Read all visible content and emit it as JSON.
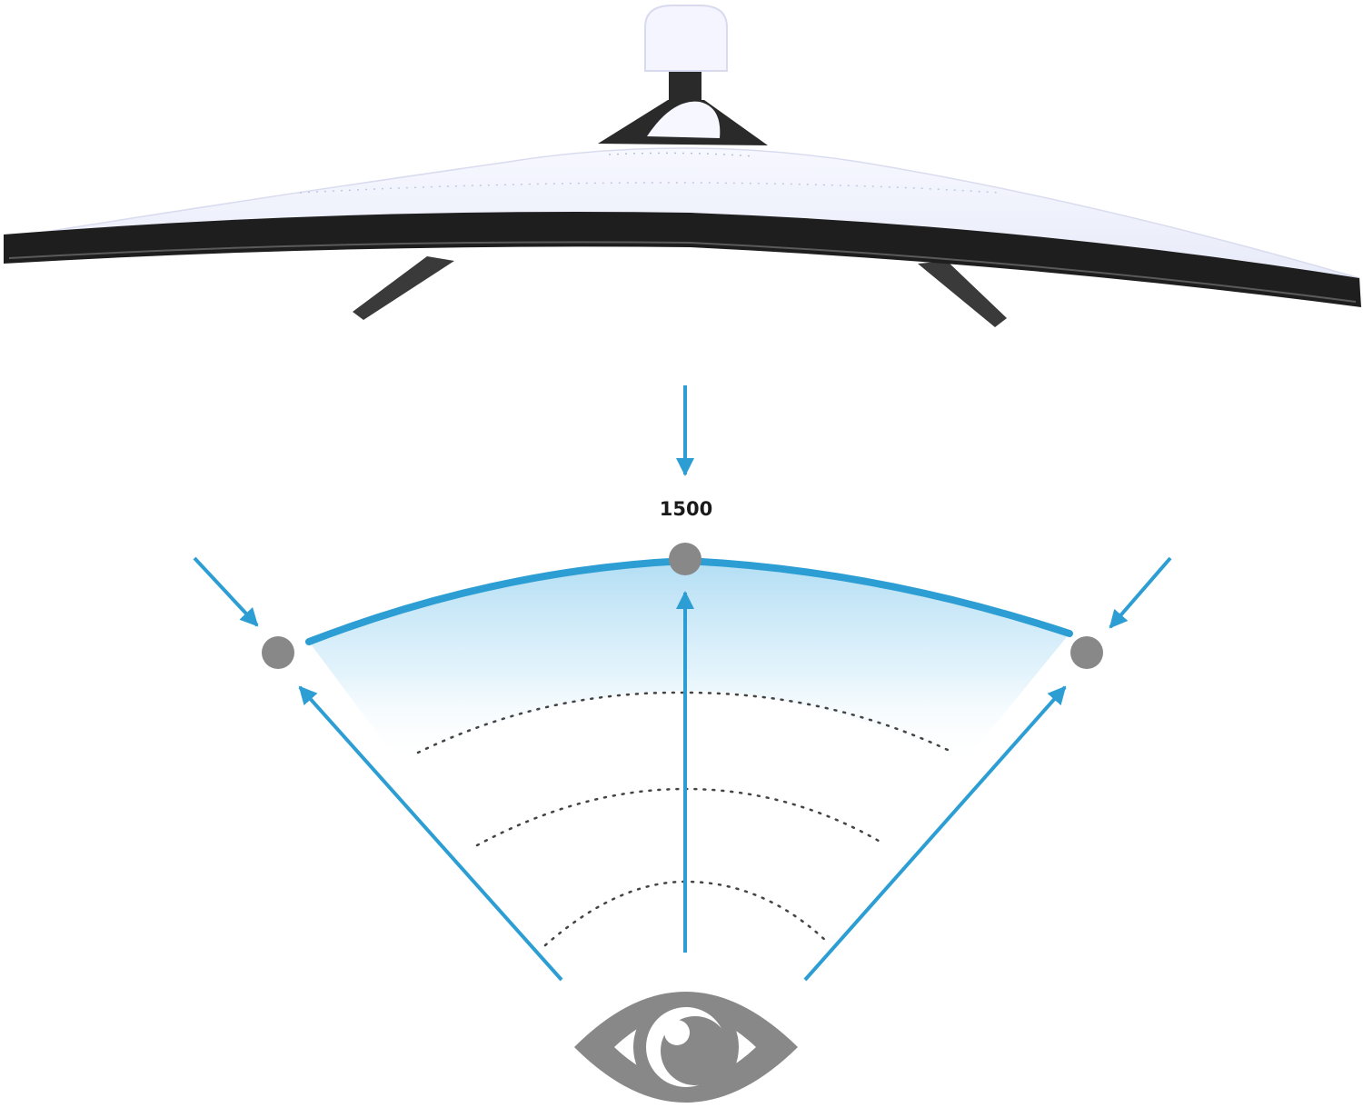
{
  "diagram": {
    "curvature_label": "1500",
    "colors": {
      "accent_blue": "#2c9ed3",
      "marker_gray": "#888888",
      "monitor_shell": "#f2f4ff",
      "monitor_bezel": "#1e1e1e",
      "dotted_arc": "#444444"
    },
    "icons": [
      "eye-icon",
      "viewpoint-marker",
      "arrow-icon"
    ],
    "monitor": "curved-monitor-top-view"
  }
}
